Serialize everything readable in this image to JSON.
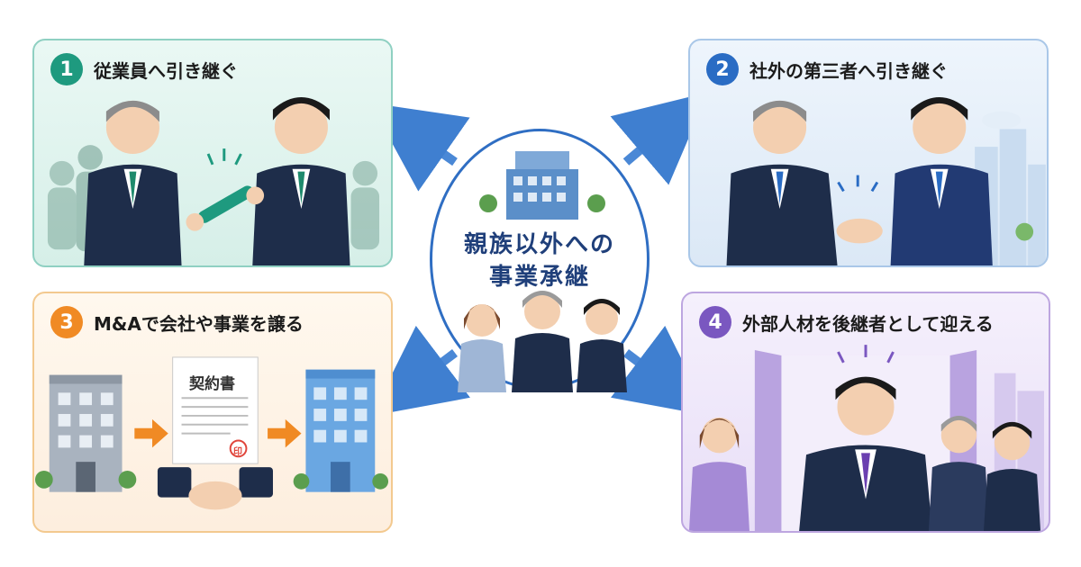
{
  "center": {
    "line1": "親族以外への",
    "line2": "事業承継"
  },
  "panels": [
    {
      "number": "1",
      "title": "従業員へ引き継ぐ"
    },
    {
      "number": "2",
      "title": "社外の第三者へ引き継ぐ"
    },
    {
      "number": "3",
      "title": "M&Aで会社や事業を譲る",
      "document_title": "契約書",
      "seal": "印"
    },
    {
      "number": "4",
      "title": "外部人材を後継者として迎える"
    }
  ],
  "icons": [
    "handshake-icon",
    "baton-icon",
    "building-icon",
    "contract-icon",
    "door-icon",
    "arrow-icon"
  ],
  "colors": {
    "teal": "#1e9a7f",
    "blue": "#2a6cc4",
    "orange": "#f08a24",
    "purple": "#7a57c0",
    "navy": "#1f3f7a"
  }
}
